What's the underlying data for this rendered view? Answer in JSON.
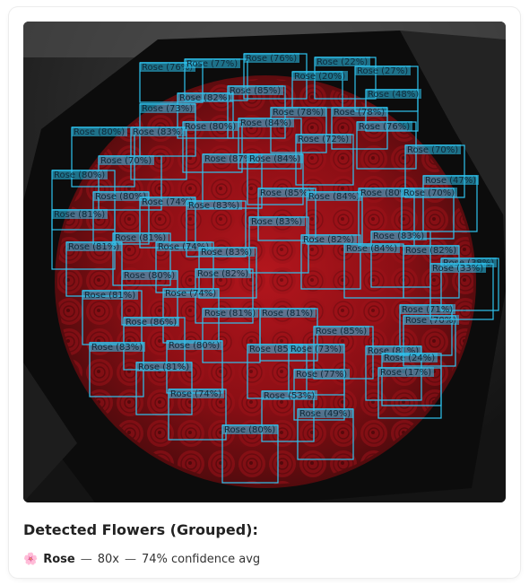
{
  "panel": {
    "title": "Detected Flowers (Grouped):"
  },
  "summary": {
    "icon": "flower-icon",
    "species": "Rose",
    "separator": "—",
    "count": "80x",
    "confidence": "74% confidence avg"
  },
  "detections": [
    {
      "label": "Rose (76%)"
    },
    {
      "label": "Rose (77%)"
    },
    {
      "label": "Rose (76%)"
    },
    {
      "label": "Rose (22%)"
    },
    {
      "label": "Rose (20%)"
    },
    {
      "label": "Rose (27%)"
    },
    {
      "label": "Rose (82%)"
    },
    {
      "label": "Rose (85%)"
    },
    {
      "label": "Rose (48%)"
    },
    {
      "label": "Rose (73%)"
    },
    {
      "label": "Rose (78%)"
    },
    {
      "label": "Rose (78%)"
    },
    {
      "label": "Rose (80%)"
    },
    {
      "label": "Rose (83%)"
    },
    {
      "label": "Rose (80%)"
    },
    {
      "label": "Rose (84%)"
    },
    {
      "label": "Rose (76%)"
    },
    {
      "label": "Rose (72%)"
    },
    {
      "label": "Rose (70%)"
    },
    {
      "label": "Rose (87%)"
    },
    {
      "label": "Rose (84%)"
    },
    {
      "label": "Rose (70%)"
    },
    {
      "label": "Rose (80%)"
    },
    {
      "label": "Rose (85%)"
    },
    {
      "label": "Rose (47%)"
    },
    {
      "label": "Rose (80%)"
    },
    {
      "label": "Rose (74%)"
    },
    {
      "label": "Rose (84%)"
    },
    {
      "label": "Rose (80%)"
    },
    {
      "label": "Rose (70%)"
    },
    {
      "label": "Rose (81%)"
    },
    {
      "label": "Rose (83%)"
    },
    {
      "label": "Rose (83%)"
    },
    {
      "label": "Rose (81%)"
    },
    {
      "label": "Rose (81%)"
    },
    {
      "label": "Rose (74%)"
    },
    {
      "label": "Rose (83%)"
    },
    {
      "label": "Rose (82%)"
    },
    {
      "label": "Rose (83%)"
    },
    {
      "label": "Rose (80%)"
    },
    {
      "label": "Rose (82%)"
    },
    {
      "label": "Rose (38%)"
    },
    {
      "label": "Rose (84%)"
    },
    {
      "label": "Rose (82%)"
    },
    {
      "label": "Rose (81%)"
    },
    {
      "label": "Rose (74%)"
    },
    {
      "label": "Rose (86%)"
    },
    {
      "label": "Rose (81%)"
    },
    {
      "label": "Rose (81%)"
    },
    {
      "label": "Rose (71%)"
    },
    {
      "label": "Rose (83%)"
    },
    {
      "label": "Rose (80%)"
    },
    {
      "label": "Rose (85%)"
    },
    {
      "label": "Rose (73%)"
    },
    {
      "label": "Rose (85%)"
    },
    {
      "label": "Rose (81%)"
    },
    {
      "label": "Rose (24%)"
    },
    {
      "label": "Rose (81%)"
    },
    {
      "label": "Rose (77%)"
    },
    {
      "label": "Rose (17%)"
    },
    {
      "label": "Rose (74%)"
    },
    {
      "label": "Rose (53%)"
    },
    {
      "label": "Rose (49%)"
    },
    {
      "label": "Rose (80%)"
    },
    {
      "label": "Rose (70%)"
    },
    {
      "label": "Rose (33%)"
    }
  ]
}
